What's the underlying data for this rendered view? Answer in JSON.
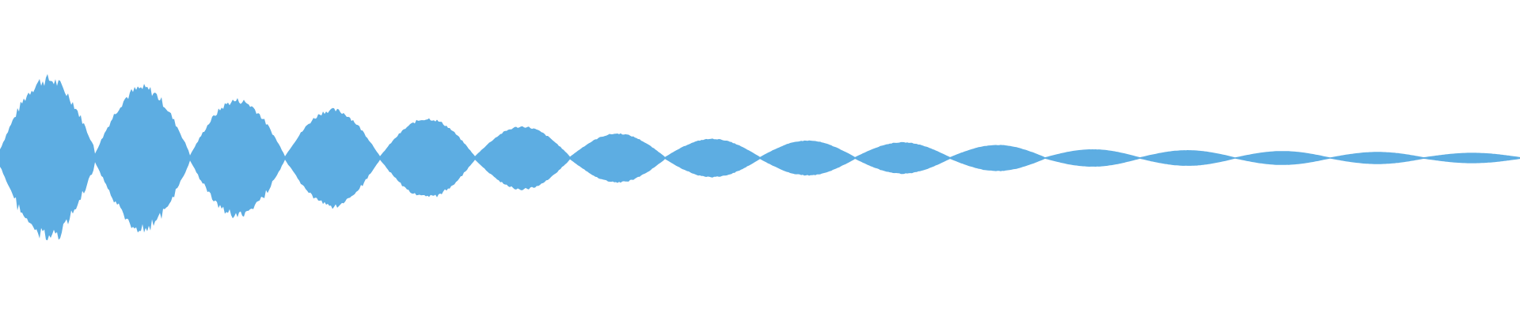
{
  "waveform": {
    "color": "#5DADE2",
    "background": "#FFFFFF",
    "pulses": [
      {
        "peak": 0.9,
        "pinch": 0.1
      },
      {
        "peak": 0.8,
        "pinch": 0.05
      },
      {
        "peak": 0.66,
        "pinch": 0.03
      },
      {
        "peak": 0.55,
        "pinch": 0.02
      },
      {
        "peak": 0.45,
        "pinch": 0.02
      },
      {
        "peak": 0.36,
        "pinch": 0.02
      },
      {
        "peak": 0.28,
        "pinch": 0.015
      },
      {
        "peak": 0.22,
        "pinch": 0.012
      },
      {
        "peak": 0.2,
        "pinch": 0.012
      },
      {
        "peak": 0.18,
        "pinch": 0.01
      },
      {
        "peak": 0.15,
        "pinch": 0.01
      },
      {
        "peak": 0.1,
        "pinch": 0.008
      },
      {
        "peak": 0.09,
        "pinch": 0.008
      },
      {
        "peak": 0.08,
        "pinch": 0.006
      },
      {
        "peak": 0.07,
        "pinch": 0.006
      },
      {
        "peak": 0.06,
        "pinch": 0.01
      }
    ]
  }
}
